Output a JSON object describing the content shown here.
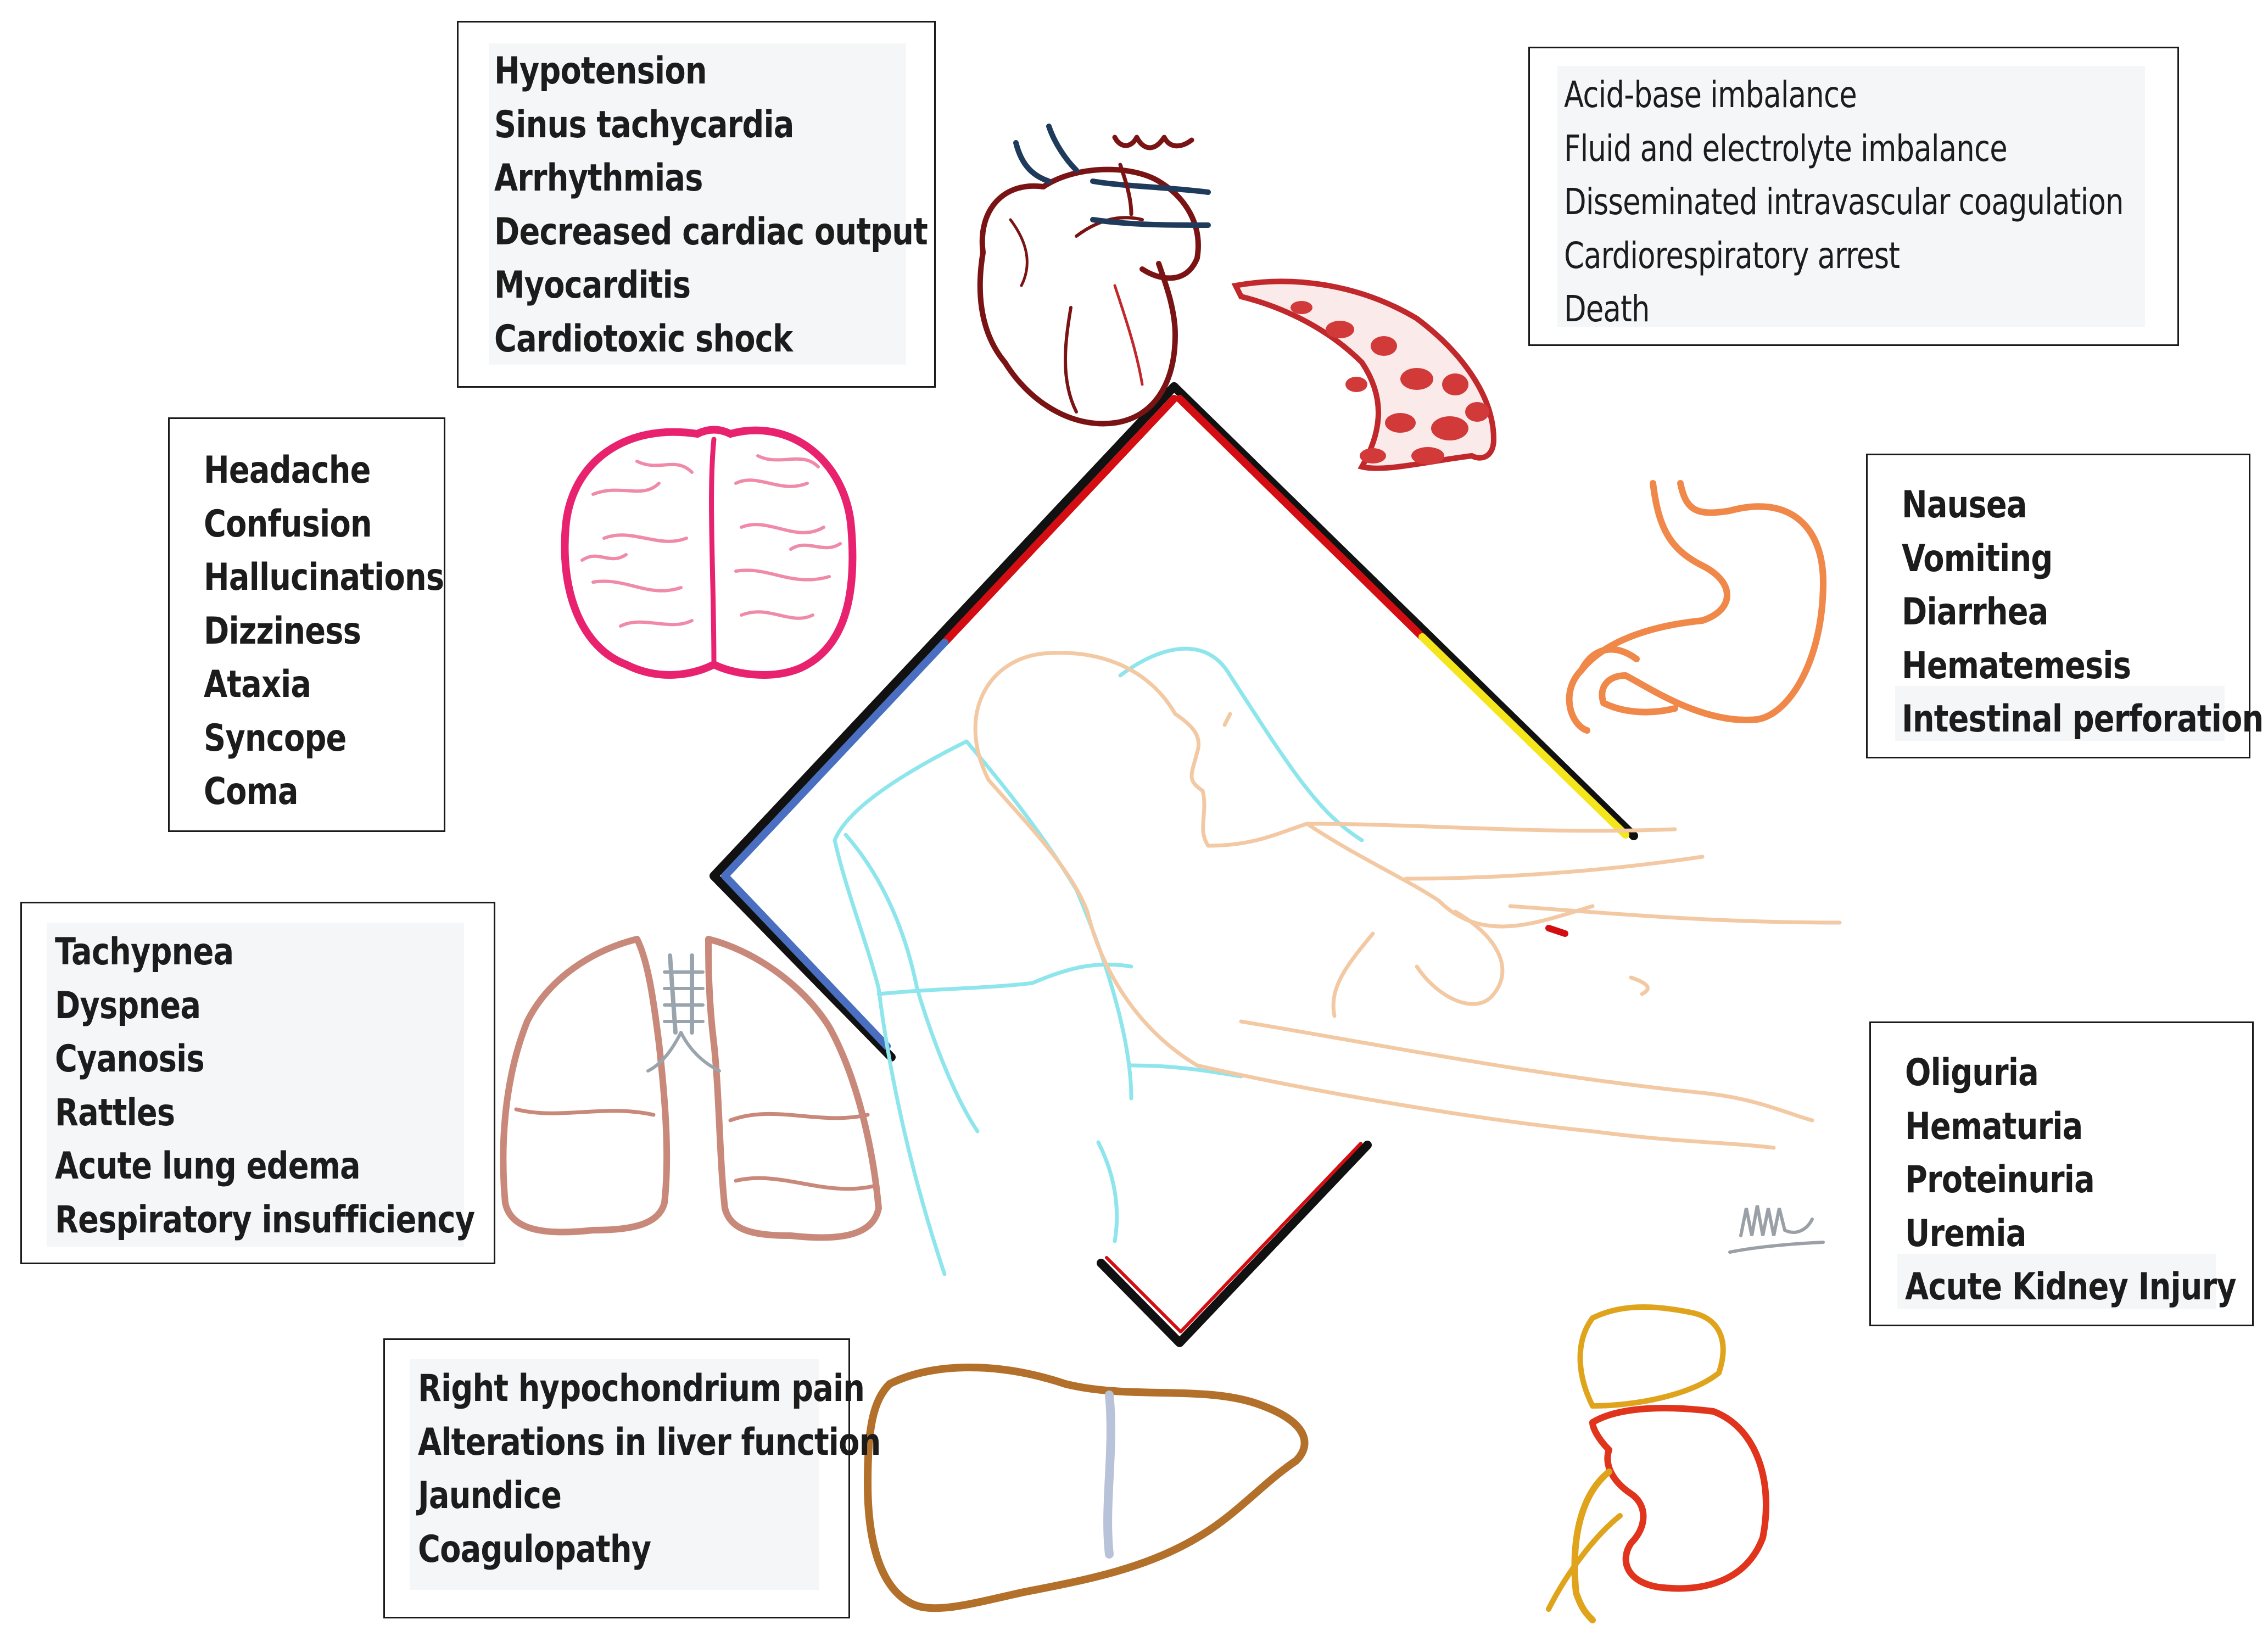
{
  "boxes": {
    "cardiac": [
      "Hypotension",
      "Sinus tachycardia",
      "Arrhythmias",
      "Decreased cardiac output",
      "Myocarditis",
      "Cardiotoxic shock"
    ],
    "systemic": [
      "Acid-base imbalance",
      "Fluid and electrolyte imbalance",
      "Disseminated intravascular coagulation",
      "Cardiorespiratory arrest",
      "Death"
    ],
    "neuro": [
      "Headache",
      "Confusion",
      "Hallucinations",
      "Dizziness",
      "Ataxia",
      "Syncope",
      "Coma"
    ],
    "gastro": [
      "Nausea",
      "Vomiting",
      "Diarrhea",
      "Hematemesis",
      "Intestinal perforation"
    ],
    "respiratory": [
      "Tachypnea",
      "Dyspnea",
      "Cyanosis",
      "Rattles",
      "Acute lung edema",
      "Respiratory insufficiency"
    ],
    "renal": [
      "Oliguria",
      "Hematuria",
      "Proteinuria",
      "Uremia",
      "Acute Kidney Injury"
    ],
    "hepatic": [
      "Right hypochondrium pain",
      "Alterations in liver function",
      "Jaundice",
      "Coagulopathy"
    ]
  },
  "organ_icons": [
    "heart-icon",
    "blood-vessel-icon",
    "brain-icon",
    "stomach-icon",
    "lungs-icon",
    "liver-icon",
    "kidney-icon",
    "patient-figure",
    "artist-signature"
  ],
  "colors": {
    "heart": "#7a1414",
    "heart_vessels": "#1f3b5c",
    "blood_vessel": "#c0282c",
    "brain": "#e8226e",
    "stomach": "#f0884a",
    "lungs": "#c9897a",
    "liver": "#b3702a",
    "kidney": "#e0341c",
    "adrenal": "#e0a41c",
    "patient": "#f3c9a4",
    "bed": "#8ee6ec",
    "frame_red": "#d40d12",
    "frame_blue": "#4a6fc0",
    "frame_yellow": "#f5e51c"
  }
}
